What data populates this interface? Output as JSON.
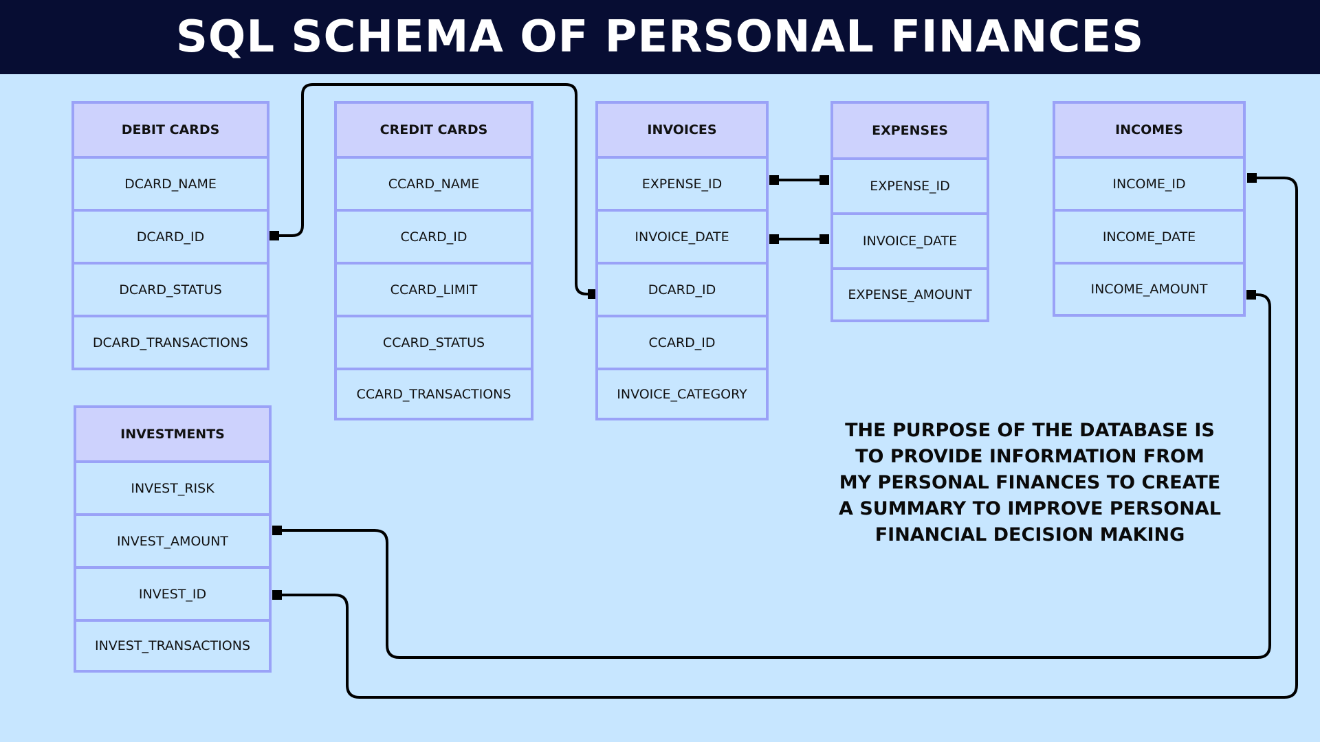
{
  "title": "SQL SCHEMA OF PERSONAL FINANCES",
  "tables": {
    "debit_cards": {
      "name": "DEBIT CARDS",
      "fields": [
        "DCARD_NAME",
        "DCARD_ID",
        "DCARD_STATUS",
        "DCARD_TRANSACTIONS"
      ]
    },
    "credit_cards": {
      "name": "CREDIT CARDS",
      "fields": [
        "CCARD_NAME",
        "CCARD_ID",
        "CCARD_LIMIT",
        "CCARD_STATUS",
        "CCARD_TRANSACTIONS"
      ]
    },
    "invoices": {
      "name": "INVOICES",
      "fields": [
        "EXPENSE_ID",
        "INVOICE_DATE",
        "DCARD_ID",
        "CCARD_ID",
        "INVOICE_CATEGORY"
      ]
    },
    "expenses": {
      "name": "EXPENSES",
      "fields": [
        "EXPENSE_ID",
        "INVOICE_DATE",
        "EXPENSE_AMOUNT"
      ]
    },
    "incomes": {
      "name": "INCOMES",
      "fields": [
        "INCOME_ID",
        "INCOME_DATE",
        "INCOME_AMOUNT"
      ]
    },
    "investments": {
      "name": "INVESTMENTS",
      "fields": [
        "INVEST_RISK",
        "INVEST_AMOUNT",
        "INVEST_ID",
        "INVEST_TRANSACTIONS"
      ]
    }
  },
  "purpose_text": "THE PURPOSE OF THE DATABASE IS TO PROVIDE INFORMATION FROM MY PERSONAL FINANCES TO CREATE A SUMMARY TO IMPROVE PERSONAL FINANCIAL DECISION MAKING",
  "colors": {
    "background": "#c7e6ff",
    "header_bar": "#070d33",
    "table_border": "#9aa2f7",
    "table_header_fill": "#cdd2fd",
    "connector": "#000000"
  }
}
